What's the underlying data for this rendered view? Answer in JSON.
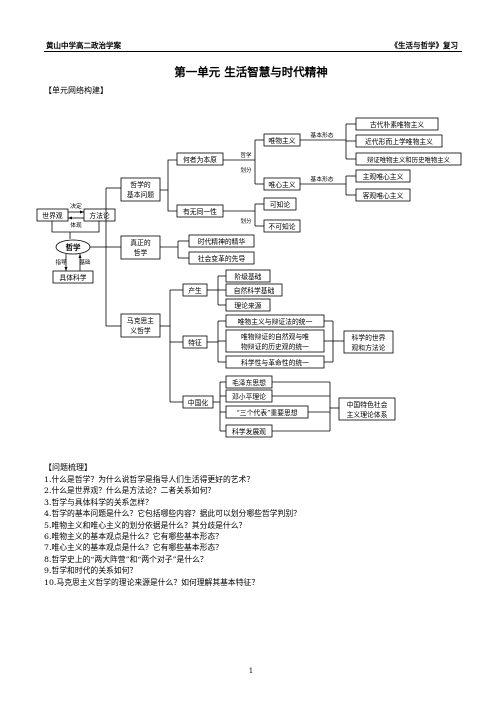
{
  "header": {
    "left": "黄山中学高二政治学案",
    "right": "《生活与哲学》复习"
  },
  "title": "第一单元  生活智慧与时代精神",
  "section1": "【单元网络构建】",
  "diagram": {
    "worldview": "世界观",
    "methodology": "方法论",
    "decides": "决定",
    "reflects": "体现",
    "philosophy": "哲学",
    "guide_left": "指导",
    "guide_right": "基础",
    "science": "具体科学",
    "basic_question": [
      "哲学的",
      "基本问题"
    ],
    "true_philosophy": [
      "真正的",
      "哲学"
    ],
    "marxism": [
      "马克思主",
      "义哲学"
    ],
    "which_primary": "何者为本原",
    "identity": "有无同一性",
    "division_a": [
      "哲学",
      "划分"
    ],
    "division_b": "划分",
    "materialism": "唯物主义",
    "idealism": "唯心主义",
    "basic_form_a": "基本形态",
    "basic_form_b": "基本形态",
    "mat_forms": [
      "古代朴素唯物主义",
      "近代形而上学唯物主义",
      "辩证唯物主义和历史唯物主义"
    ],
    "ide_forms": [
      "主观唯心主义",
      "客观唯心主义"
    ],
    "knowable": "可知论",
    "unknowable": "不可知论",
    "essence": "时代精神的精华",
    "pioneer": "社会变革的先导",
    "origin": "产生",
    "origin_items": [
      "阶级基础",
      "自然科学基础",
      "理论来源"
    ],
    "features": "特征",
    "feature_items": [
      "唯物主义与辩证法的统一",
      "唯物辩证的自然观与唯",
      "物辩证的历史观的统一",
      "科学性与革命性的统一"
    ],
    "scientific": [
      "科学的世界",
      "观和方法论"
    ],
    "sinicization": "中国化",
    "china_items": [
      "毛泽东思想",
      "邓小平理论",
      "“三个代表”重要思想",
      "科学发展观"
    ],
    "china_theory": [
      "中国特色社会",
      "主义理论体系"
    ]
  },
  "section2": "【问题梳理】",
  "questions": [
    "1.什么是哲学？为什么说哲学是指导人们生活得更好的艺术？",
    "2.什么是世界观？什么是方法论？二者关系如何？",
    "3.哲学与具体科学的关系怎样？",
    "4.哲学的基本问题是什么？它包括哪些内容？据此可以划分哪些哲学判别？",
    "5.唯物主义和唯心主义的划分依据是什么？其分歧是什么？",
    "6.唯物主义的基本观点是什么？它有哪些基本形态？",
    "7.唯心主义的基本观点是什么？它有哪些基本形态？",
    "8.哲学史上的“两大阵营”和“两个对子”是什么？",
    "9.哲学和时代的关系如何？",
    "10.马克思主义哲学的理论来源是什么？如何理解其基本特征？"
  ],
  "page_number": "1"
}
